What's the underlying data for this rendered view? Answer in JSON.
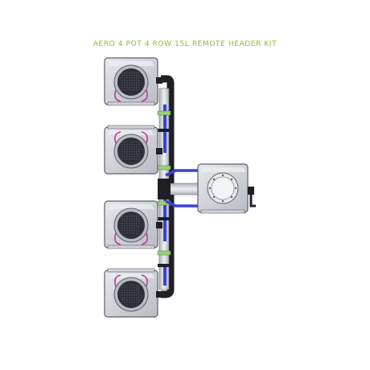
{
  "title": "AERO 4 POT 4 ROW 15L REMOTE HEADER KIT",
  "colors": {
    "title": "#7fbf2e",
    "pot_body": "#d4d6dc",
    "pot_edge": "#5d6068",
    "pipe_dark": "#1f1f24",
    "pipe_grey": "#c9cdd3",
    "hose_blue": "#3b3fd8",
    "hose_pink": "#c2369a",
    "fitting_green": "#9ad07a"
  },
  "components": {
    "pots": [
      "pot-1",
      "pot-2",
      "pot-3",
      "pot-4"
    ],
    "header_tank": "remote-header-tank"
  }
}
